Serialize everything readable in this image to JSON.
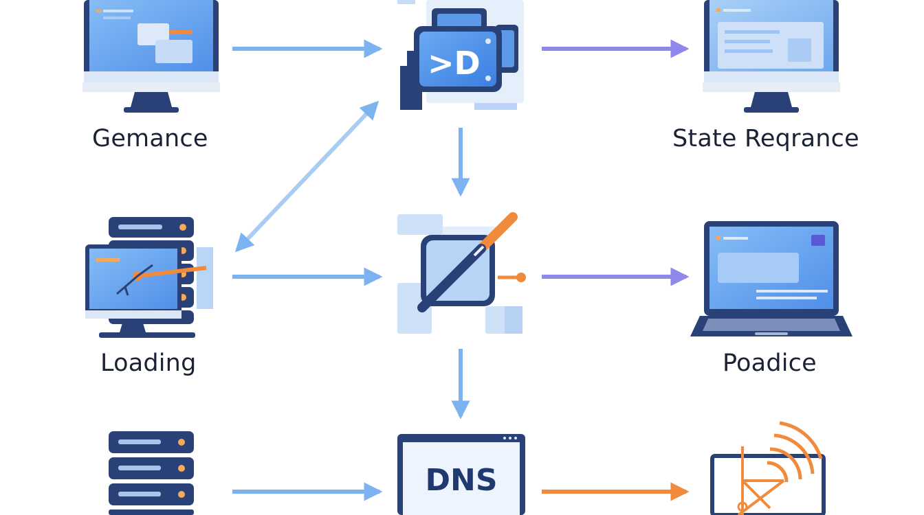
{
  "nodes": {
    "gemance": {
      "label": "Gemance",
      "icon": "desktop-monitor-icon"
    },
    "docker": {
      "label": "",
      "icon": "container-module-icon",
      "glyph": ">D"
    },
    "state_reqrance": {
      "label": "State Reqrance",
      "icon": "desktop-monitor-icon"
    },
    "loading": {
      "label": "Loading",
      "icon": "server-monitor-icon"
    },
    "editor": {
      "label": "",
      "icon": "pen-edit-icon"
    },
    "poadice": {
      "label": "Poadice",
      "icon": "laptop-icon"
    },
    "server": {
      "label": "",
      "icon": "server-rack-icon"
    },
    "dns": {
      "label": "DNS",
      "icon": "dns-window-icon"
    },
    "wireless": {
      "label": "",
      "icon": "wifi-signal-icon"
    }
  },
  "edges": [
    {
      "from": "gemance",
      "to": "docker",
      "color": "blue"
    },
    {
      "from": "docker",
      "to": "state_reqrance",
      "color": "purple"
    },
    {
      "from": "docker",
      "to": "loading",
      "color": "blue",
      "bidirectional": true
    },
    {
      "from": "docker",
      "to": "editor",
      "color": "blue"
    },
    {
      "from": "loading",
      "to": "editor",
      "color": "blue"
    },
    {
      "from": "editor",
      "to": "poadice",
      "color": "purple"
    },
    {
      "from": "editor",
      "to": "dns",
      "color": "blue"
    },
    {
      "from": "server",
      "to": "dns",
      "color": "blue"
    },
    {
      "from": "dns",
      "to": "wireless",
      "color": "orange"
    }
  ],
  "colors": {
    "blue_arrow": "#7cb2ef",
    "purple_arrow": "#8f87ea",
    "orange_arrow": "#f08a3c",
    "navy": "#2a4177",
    "screen_blue": "#6aa8f2",
    "light_blue": "#dbe9fb",
    "orange": "#f08a3c",
    "label_text": "#1c2235"
  }
}
